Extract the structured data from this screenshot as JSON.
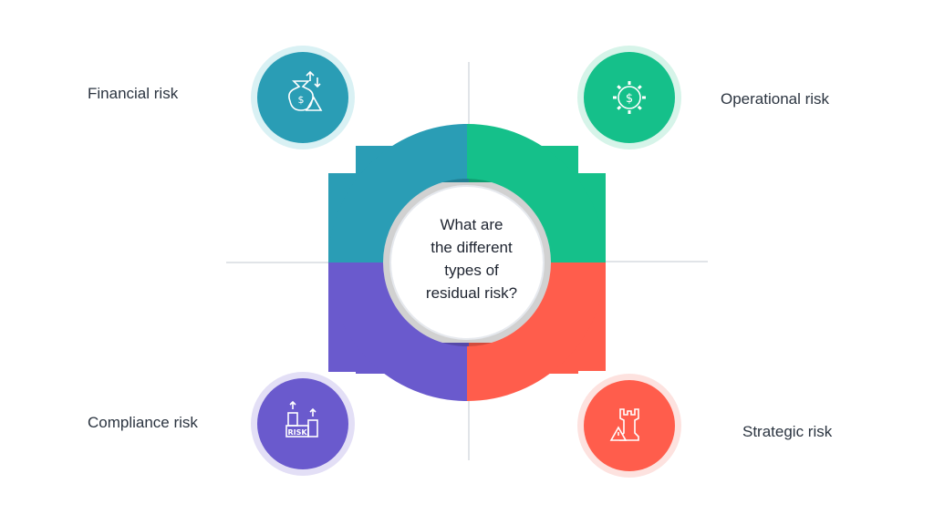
{
  "center": {
    "lines": [
      "What are",
      "the different",
      "types of",
      "residual risk?"
    ]
  },
  "risks": [
    {
      "label": "Financial risk",
      "color": "#2a9db5",
      "halo": "#d9f1f4",
      "icon": "money-bag-warning-icon"
    },
    {
      "label": "Operational risk",
      "color": "#15c08a",
      "halo": "#d6f4e9",
      "icon": "gear-dollar-icon"
    },
    {
      "label": "Compliance risk",
      "color": "#6a5acd",
      "halo": "#e3dff6",
      "icon": "risk-block-chart-icon"
    },
    {
      "label": "Strategic risk",
      "color": "#ff5d4c",
      "halo": "#fde2df",
      "icon": "chess-rook-warning-icon"
    }
  ],
  "colors": {
    "divider": "#d7dbe0",
    "inner_ring": "#c9ced6",
    "center_fill": "#ffffff"
  }
}
